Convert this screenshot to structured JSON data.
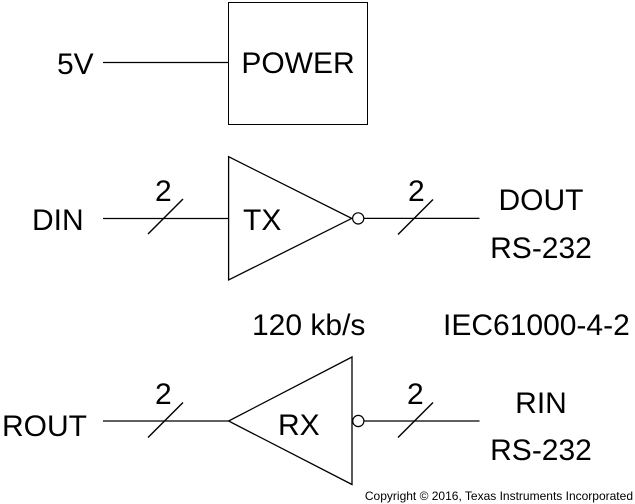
{
  "colors": {
    "ink": "#000000",
    "background": "#ffffff"
  },
  "diagram": {
    "power": {
      "supply_label": "5V",
      "block_label": "POWER"
    },
    "tx": {
      "input_label": "DIN",
      "block_label": "TX",
      "input_bus_width": "2",
      "output_bus_width": "2",
      "output_label": "DOUT",
      "output_standard": "RS-232"
    },
    "rx": {
      "block_label": "RX",
      "output_label": "ROUT",
      "output_bus_width": "2",
      "input_bus_width": "2",
      "input_label": "RIN",
      "input_standard": "RS-232"
    },
    "annotations": {
      "data_rate": "120 kb/s",
      "esd_standard": "IEC61000-4-2"
    },
    "footer": {
      "copyright": "Copyright © 2016, Texas Instruments Incorporated"
    }
  }
}
